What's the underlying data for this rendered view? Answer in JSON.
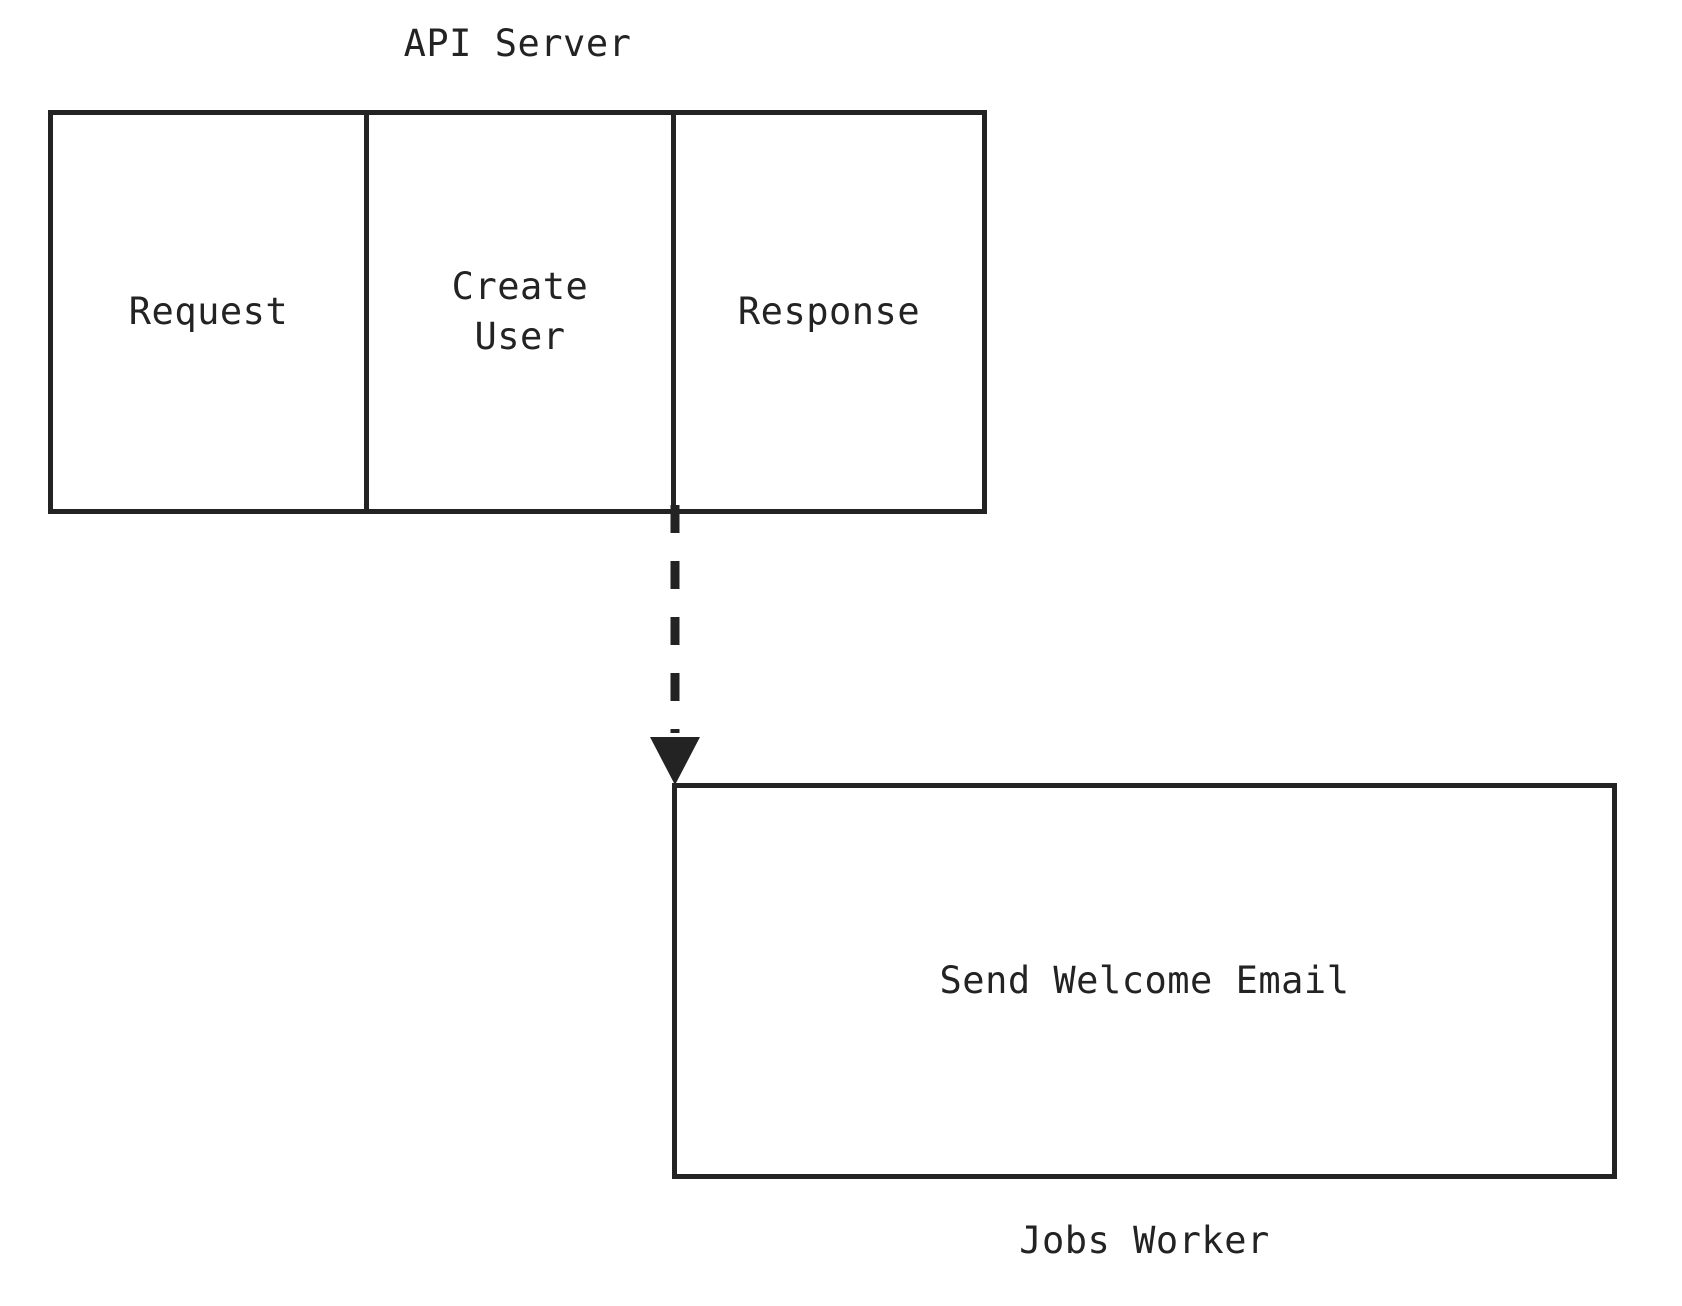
{
  "diagram": {
    "type": "swimlane-flow",
    "background_color": "#ffffff",
    "stroke_color": "#232323",
    "text_color": "#232323"
  },
  "lanes": [
    {
      "id": "api-server",
      "title": "API Server",
      "title_position": "above",
      "cells": [
        {
          "id": "request",
          "label": "Request"
        },
        {
          "id": "create-user",
          "label": "Create\nUser"
        },
        {
          "id": "response",
          "label": "Response"
        }
      ]
    },
    {
      "id": "jobs-worker",
      "title": "Jobs Worker",
      "title_position": "below",
      "cells": [
        {
          "id": "send-welcome-email",
          "label": "Send Welcome Email"
        }
      ]
    }
  ],
  "connector": {
    "id": "api-to-worker",
    "style": "dashed",
    "arrowhead": "filled-triangle",
    "from": "response",
    "to": "send-welcome-email",
    "label": ""
  }
}
